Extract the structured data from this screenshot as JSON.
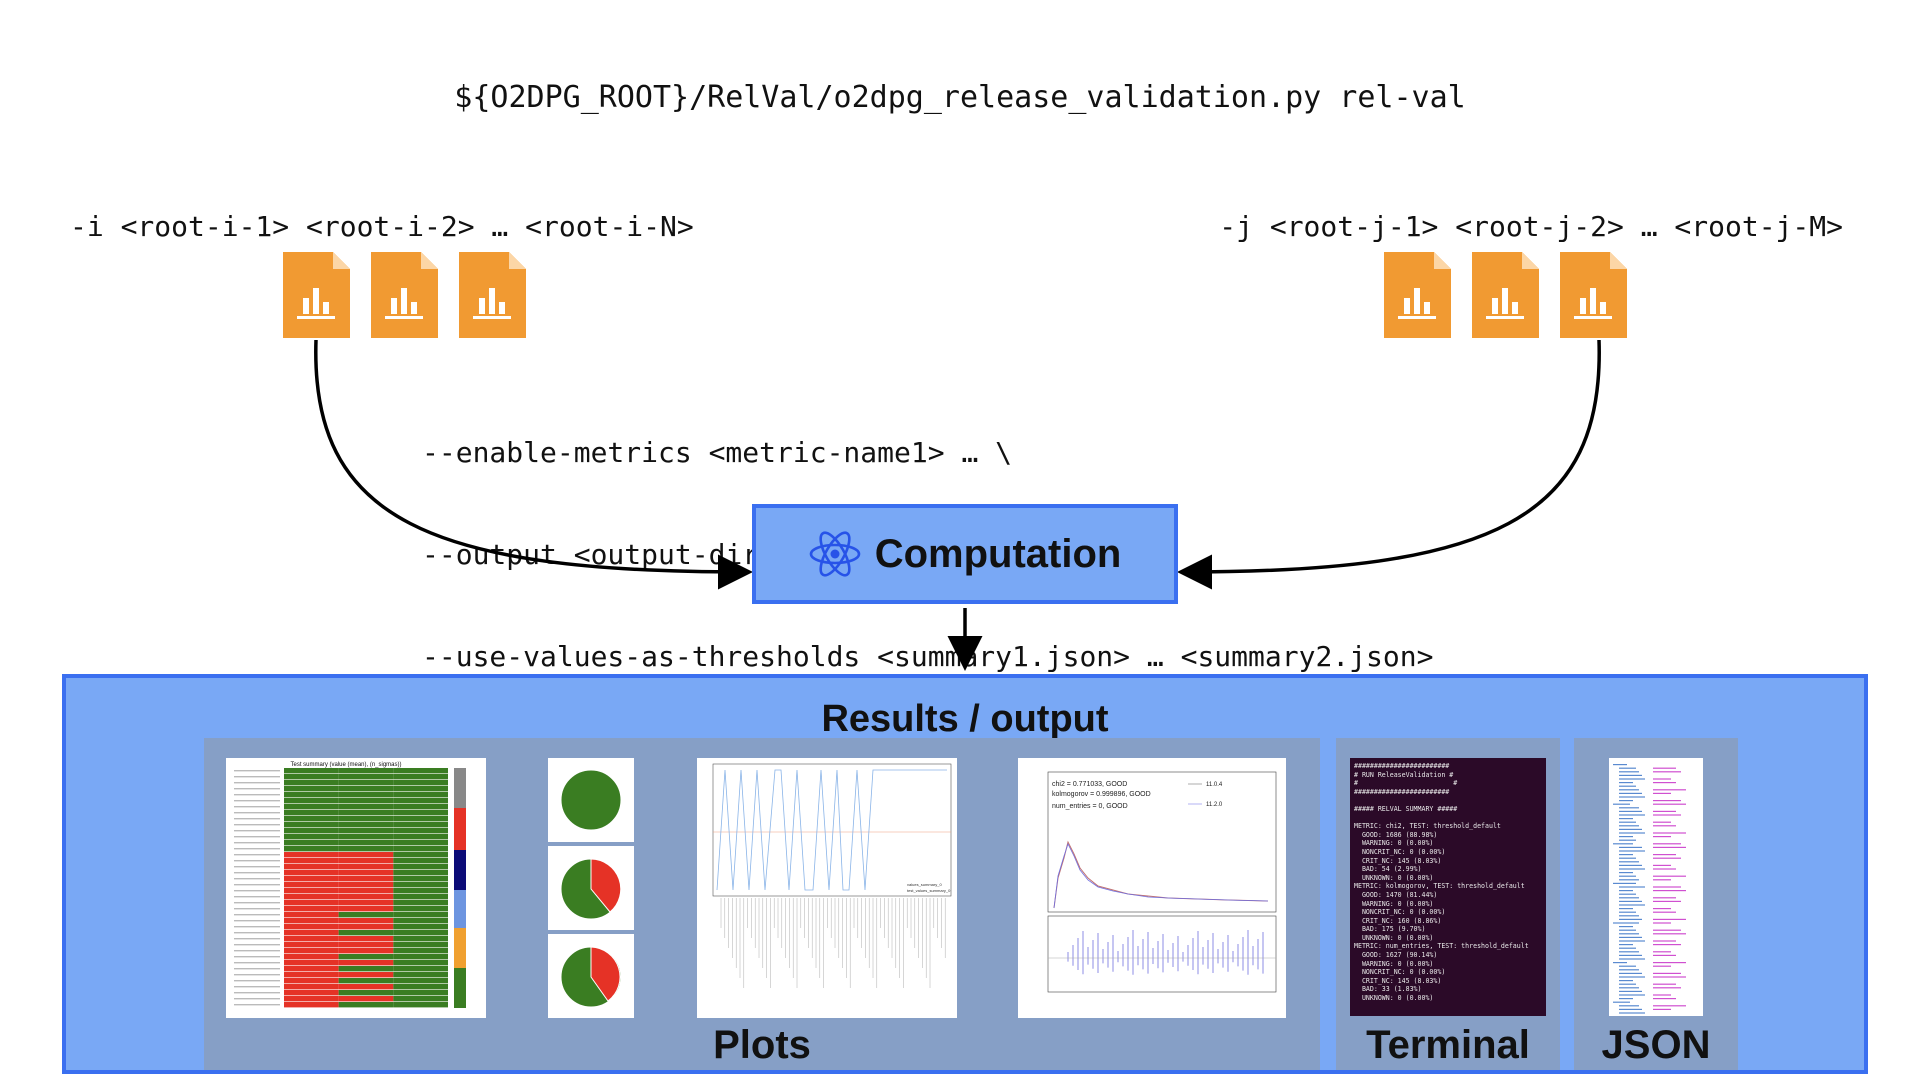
{
  "command": "${O2DPG_ROOT}/RelVal/o2dpg_release_validation.py rel-val",
  "input_i": "-i <root-i-1> <root-i-2> … <root-i-N>",
  "input_j": "-j <root-j-1> <root-j-2> … <root-j-M>",
  "options": [
    "--enable-metrics <metric-name1> … \\",
    "--output <output-dir> \\",
    "--use-values-as-thresholds <summary1.json> … <summary2.json>"
  ],
  "computation": {
    "label": "Computation",
    "icon": "atom-icon"
  },
  "results": {
    "title": "Results / output",
    "plots_label": "Plots",
    "terminal_label": "Terminal",
    "json_label": "JSON"
  },
  "colors": {
    "file_icon": "#f19a32",
    "box_fill": "#79a8f5",
    "box_border": "#3a6ff0",
    "panel_fill": "#869fc6",
    "terminal_bg": "#2b0a28"
  },
  "plot_thumbnails": {
    "summary_title": "Test summary (value (mean), (n_sigmas))",
    "hist_legend": [
      "chi2 = 0.771033, GOOD",
      "kolmogorov = 0.999896, GOOD",
      "num_entries = 0, GOOD"
    ],
    "hist_series": [
      "11.0.4",
      "11.2.0"
    ],
    "line_legend": [
      "values_summary_0",
      "test_values_summary_0"
    ]
  },
  "terminal_text": "########################\n# RUN ReleaseValidation #\n#                        #\n########################\n\n##### RELVAL SUMMARY #####\n\nMETRIC: chi2, TEST: threshold_default\n  GOOD: 1686 (88.98%)\n  WARNING: 0 (0.00%)\n  NONCRIT_NC: 0 (0.00%)\n  CRIT_NC: 145 (8.03%)\n  BAD: 54 (2.99%)\n  UNKNOWN: 0 (0.00%)\nMETRIC: kolmogorov, TEST: threshold_default\n  GOOD: 1470 (81.44%)\n  WARNING: 0 (0.00%)\n  NONCRIT_NC: 0 (0.00%)\n  CRIT_NC: 160 (8.86%)\n  BAD: 175 (9.70%)\n  UNKNOWN: 0 (0.00%)\nMETRIC: num_entries, TEST: threshold_default\n  GOOD: 1627 (90.14%)\n  WARNING: 0 (0.00%)\n  NONCRIT_NC: 0 (0.00%)\n  CRIT_NC: 145 (8.03%)\n  BAD: 33 (1.83%)\n  UNKNOWN: 0 (0.00%)"
}
